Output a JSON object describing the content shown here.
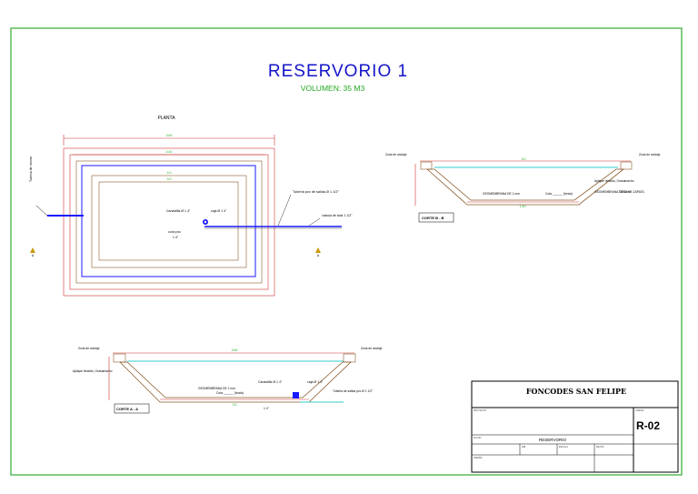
{
  "title": "RESERVORIO  1",
  "subtitle": "VOLUMEN: 35 M3",
  "plan": {
    "label": "PLANTA",
    "dims": [
      "4.60",
      "4.40",
      "4.0",
      "3.0"
    ],
    "notes": [
      "Tuberia de rebose",
      "Canastilla Ø 1 4\"",
      "caja Ø 1 4\"",
      "Tuberia pvc de salida Ø 1 1/2\"",
      "cono pvc",
      "1 4\"",
      "valvula de bola 1 1/2\""
    ],
    "section_marker": "A"
  },
  "section_bb": {
    "label": "CORTE  B - B",
    "notes": [
      "Zona de anclaje",
      "Zona de anclaje",
      "GEOMEMBRANA DE 1 mm",
      "Cota ______ (fondo)",
      "Aplique tendido, Grasamacho",
      "GEOMEMBRANA DE 1mm",
      "TUBO DE ZAPATA"
    ],
    "dims": [
      "3.0",
      "1.40"
    ]
  },
  "section_aa": {
    "label": "CORTE  A - A",
    "notes": [
      "Zona de anclaje",
      "Zona de anclaje",
      "Aplique tendido, Grasamacho",
      "GEOMEMBRANA DE 1 mm",
      "Cota ______ (fondo)",
      "Canastilla Ø 1 4\"",
      "caja Ø 1 4\"",
      "Tuberia de salida pvc Ø 1 1/2\"",
      "1 4\""
    ],
    "dims": [
      "4.60",
      "3.0"
    ]
  },
  "title_block": {
    "company": "FONCODES SAN FELIPE",
    "sheet_code": "R-02",
    "drawing_name": "RESERVORIO",
    "field_labels": [
      "PROYECTO",
      "LAMINA",
      "PLANO",
      "DIB.",
      "ESCALA",
      "FECHA",
      "DISEÑO"
    ]
  },
  "colors": {
    "border": "#33aa33",
    "title": "#1515c9",
    "subtitle": "#22a822",
    "outline": "#cc3333",
    "inner": "#1a1aff",
    "water": "#33cccc",
    "brown": "#8b5a2b"
  }
}
